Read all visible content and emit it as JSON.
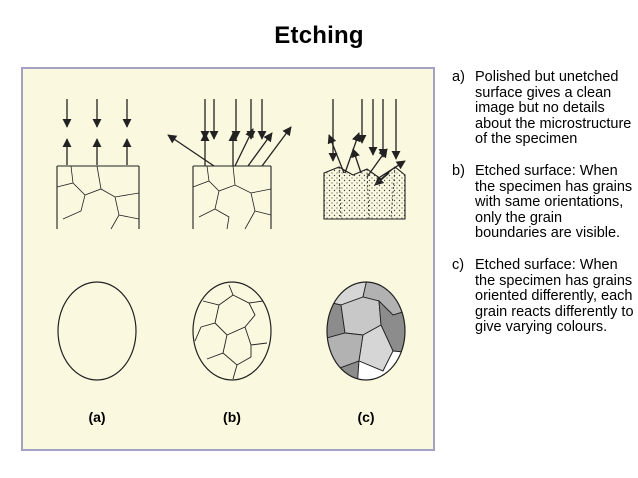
{
  "title": "Etching",
  "figure": {
    "captions": [
      "(a)",
      "(b)",
      "(c)"
    ],
    "colors": {
      "background": "#fbf8e0",
      "border": "#a4a1c6",
      "line": "#222222",
      "grain_light": "#d6d6d6",
      "grain_medium": "#b2b2b2",
      "grain_dark": "#8c8c8c"
    }
  },
  "notes": [
    {
      "marker": "a)",
      "text": "Polished but unetched surface gives a clean image but no details about the microstructure of the specimen"
    },
    {
      "marker": "b)",
      "text": "Etched surface: When the specimen has grains with same orientations, only the grain boundaries are visible."
    },
    {
      "marker": "c)",
      "text": "Etched surface: When the specimen has grains oriented differently, each grain reacts differently to give varying colours."
    }
  ]
}
